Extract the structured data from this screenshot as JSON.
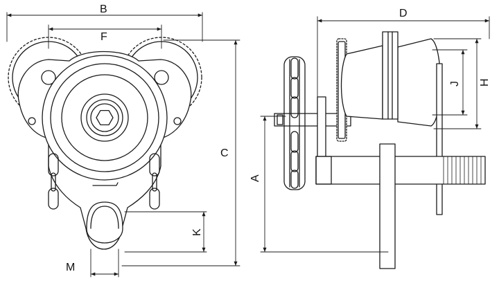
{
  "dimension_labels": {
    "B": "B",
    "F": "F",
    "C": "C",
    "K": "K",
    "M": "M",
    "D": "D",
    "A": "A",
    "J": "J",
    "H": "H"
  },
  "colors": {
    "line": "#1a1a1a",
    "fill": "#ffffff"
  }
}
